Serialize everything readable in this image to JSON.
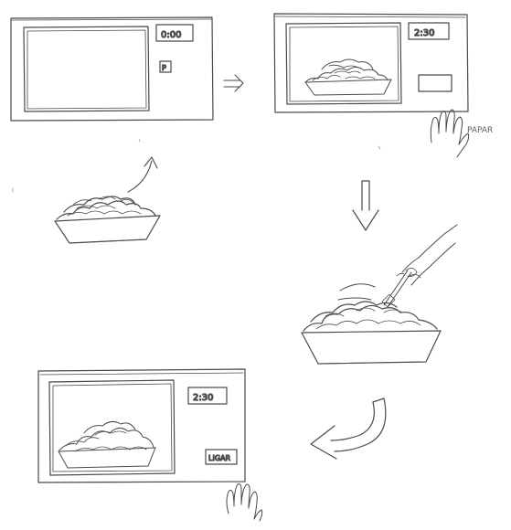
{
  "microwave_1": {
    "display": "0:00",
    "button": "P"
  },
  "microwave_2": {
    "display": "2:30",
    "hand_caption": "PAPAR"
  },
  "microwave_3": {
    "display": "2:30",
    "button": "LIGAR"
  },
  "palette": {
    "ink": "#4a4a4a",
    "light_ink": "#7a7a7a",
    "paper": "#ffffff"
  }
}
